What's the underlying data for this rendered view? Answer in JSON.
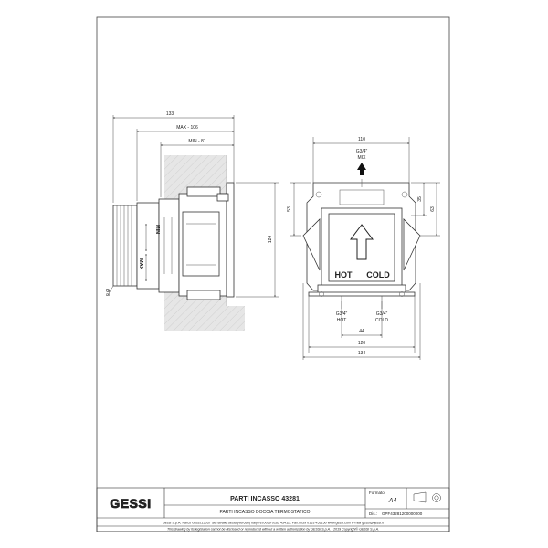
{
  "side_view": {
    "dim_overall": "133",
    "dim_max": "MAX - 106",
    "dim_min": "MIN - 81",
    "label_min": "MIN",
    "label_max": "MAX",
    "dim_height": "124",
    "dim_dia": "Ø 8"
  },
  "front_view": {
    "dim_width": "110",
    "mix_size": "G3/4\"",
    "mix_label": "MIX",
    "dim_left": "53",
    "dim_right_a": "35",
    "dim_right_b": "63",
    "hot_label": "HOT",
    "cold_label": "COLD",
    "hot_size": "G3/4\"",
    "hot_port": "HOT",
    "cold_size": "G3/4\"",
    "cold_port": "COLD",
    "dim_44": "44",
    "dim_120": "120",
    "dim_134": "134"
  },
  "title_block": {
    "logo": "GESSI",
    "title": "PARTI INCASSO 43281",
    "subtitle": "PARTI INCASSO DOCCIA TERMOSTATICO",
    "formato_label": "Formato",
    "formato_value": "A4",
    "dis_label": "Dis.:",
    "dis_value": "GPF43281200000000",
    "company": "Gessi S.p.A. Parco Gessi,13037 Serravalle Sesia (Vercelli) Italy Tel.0039 0163 454111 Fax.0039 0163 453150 www.gessi.com e-mail gessi@gessi.it",
    "copyright": "This drawing by its legislation cannot be disclosed or reproduced without a written authorization by GESSI S.p.A. - 2019 Copyright© GESSI S.p.A."
  }
}
